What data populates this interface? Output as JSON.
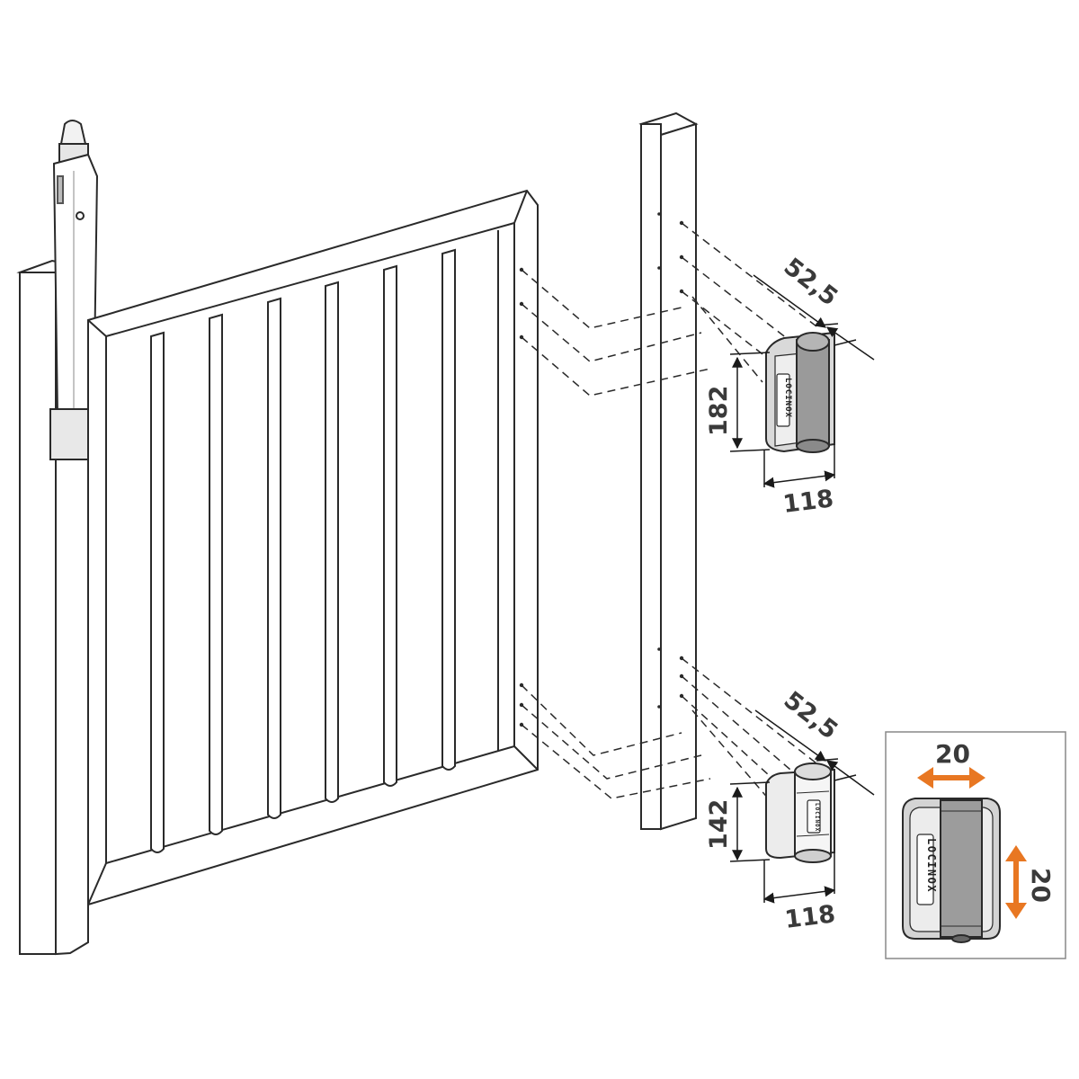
{
  "dimensions": {
    "top_hinge": {
      "offset": "52,5",
      "height": "182",
      "width": "118"
    },
    "bottom_hinge": {
      "offset": "52,5",
      "height": "142",
      "width": "118"
    },
    "detail": {
      "horizontal_adjust": "20",
      "vertical_adjust": "20"
    }
  },
  "brand": {
    "logo_text": "LOCINOX"
  },
  "colors": {
    "outline": "#2a2a2a",
    "accent": "#e87722",
    "hinge_grey": "#9a9a9a",
    "hinge_light": "#d9d9d9"
  }
}
